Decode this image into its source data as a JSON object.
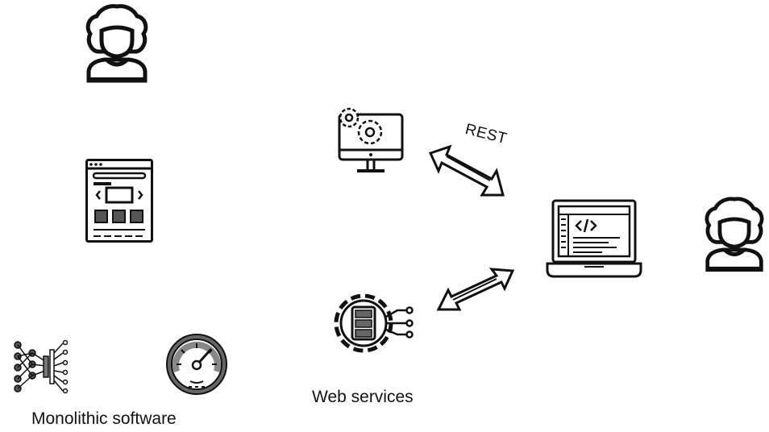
{
  "diagram": {
    "labels": {
      "monolithic": "Monolithic software",
      "web_services": "Web services",
      "rest": "REST"
    },
    "icons": {
      "user_top_left": "user-icon",
      "user_right": "user-icon",
      "browser_window": "browser-window-icon",
      "neural_network": "neural-network-icon",
      "speedometer": "speedometer-icon",
      "monitor_gears": "monitor-gears-icon",
      "web_service_gear": "server-gear-icon",
      "laptop_code": "laptop-code-icon",
      "arrow_top": "double-arrow-icon",
      "arrow_bottom": "double-arrow-icon"
    }
  }
}
